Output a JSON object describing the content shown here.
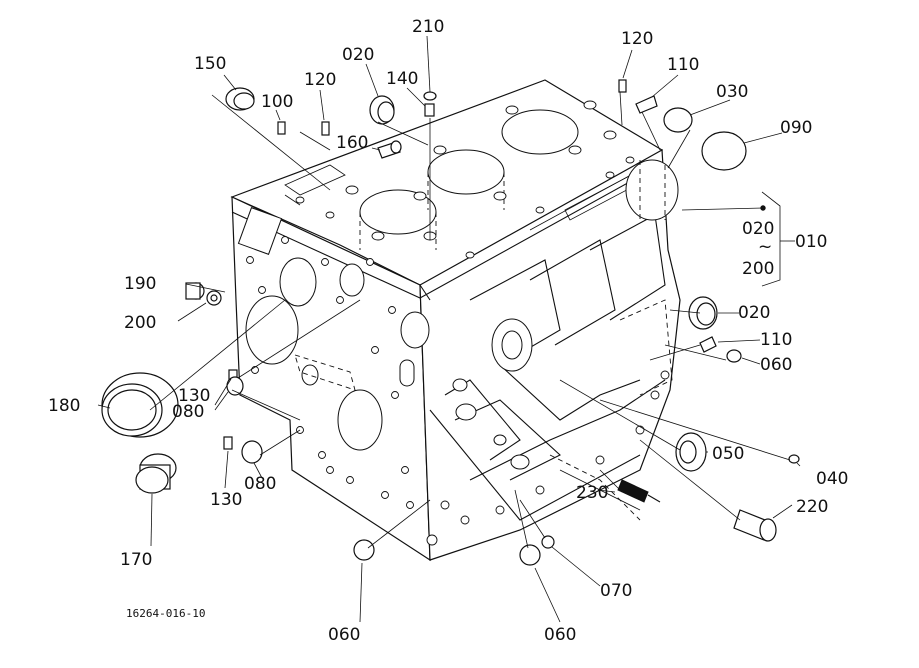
{
  "diagram": {
    "callouts": {
      "c210": "210",
      "c020a": "020",
      "c140": "140",
      "c120a": "120",
      "c150": "150",
      "c100": "100",
      "c160": "160",
      "c120b": "120",
      "c110a": "110",
      "c030": "030",
      "c090": "090",
      "c020b": "020",
      "c010": "010",
      "c200a": "200",
      "c190": "190",
      "c200b": "200",
      "c020c": "020",
      "c110b": "110",
      "c060a": "060",
      "c130a": "130",
      "c080a": "080",
      "c180": "180",
      "c130b": "130",
      "c080b": "080",
      "c050": "050",
      "c040": "040",
      "c230": "230",
      "c220": "220",
      "c170": "170",
      "c070": "070",
      "c060b": "060",
      "c060c": "060"
    },
    "bracket_tilde": "~",
    "figure_number": "16264-016-10"
  }
}
